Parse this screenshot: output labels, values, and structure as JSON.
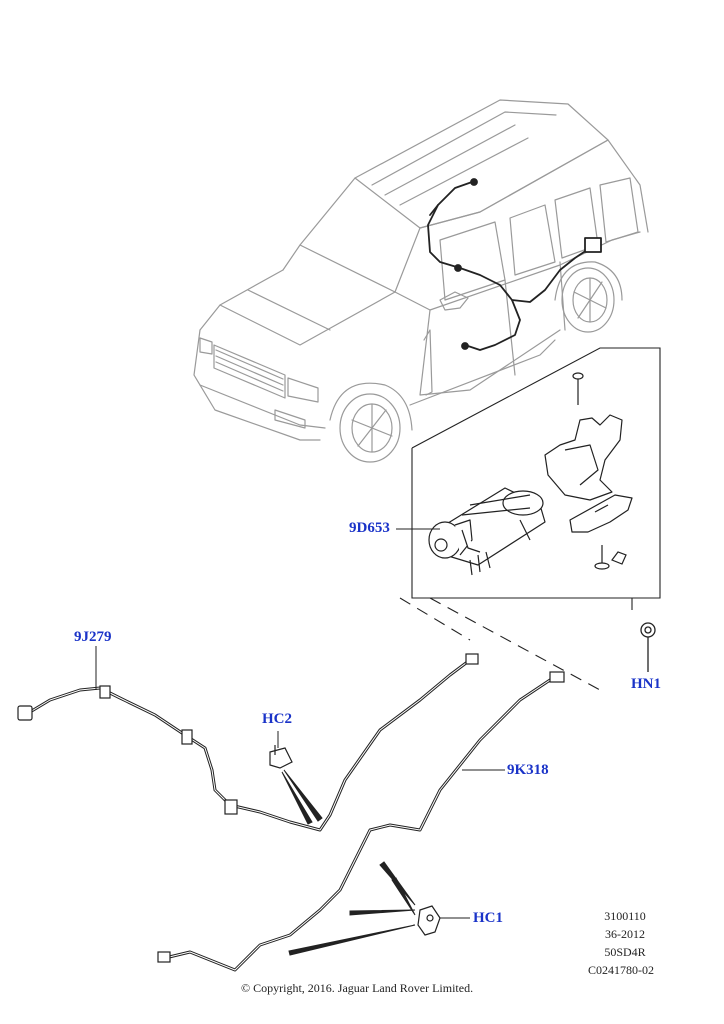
{
  "callouts": {
    "canister": "9D653",
    "front_hose": "9J279",
    "rear_hose": "9K318",
    "clip_upper": "HC2",
    "clip_lower": "HC1",
    "nut": "HN1"
  },
  "reference": {
    "line1": "3100110",
    "line2": "36-2012",
    "line3": "50SD4R",
    "line4": "C0241780-02"
  },
  "copyright": "© Copyright, 2016. Jaguar Land Rover Limited.",
  "colors": {
    "callout_text": "#1a33c8",
    "line_art": "#222222",
    "vehicle_outline": "#9a9a9a"
  }
}
